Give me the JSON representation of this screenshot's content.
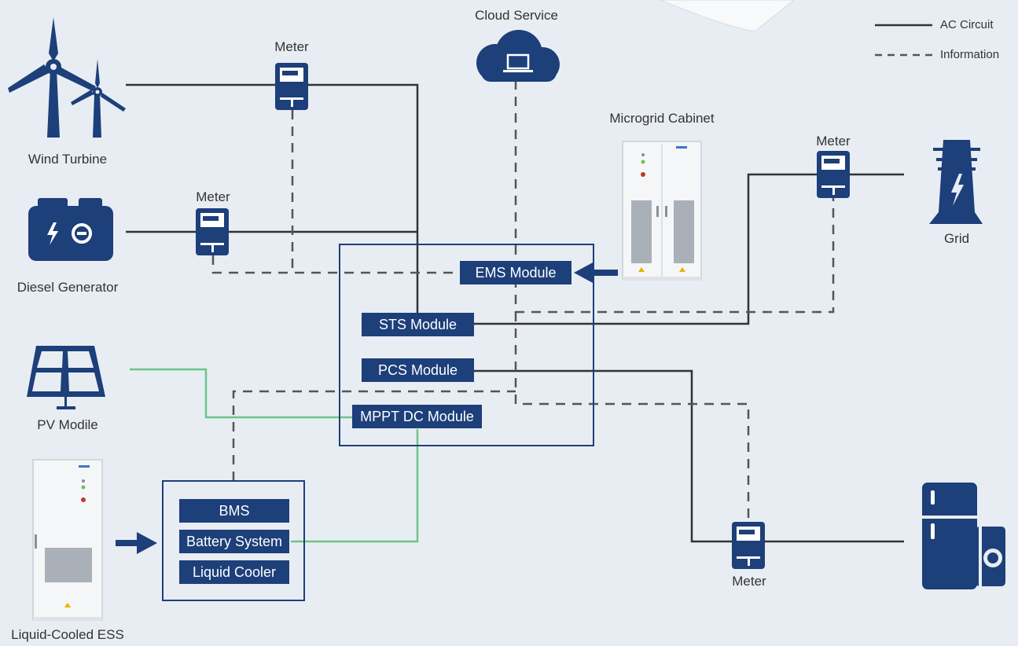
{
  "legend": {
    "ac_circuit": "AC Circuit",
    "information": "Information"
  },
  "labels": {
    "cloud_service": "Cloud Service",
    "wind_turbine": "Wind Turbine",
    "diesel_generator": "Diesel Generator",
    "pv_module": "PV Modile",
    "liquid_cooled_ess": "Liquid-Cooled ESS",
    "microgrid_cabinet": "Microgrid Cabinet",
    "grid": "Grid",
    "meter_wind": "Meter",
    "meter_diesel": "Meter",
    "meter_grid": "Meter",
    "meter_load": "Meter"
  },
  "modules": {
    "ems": "EMS Module",
    "sts": "STS Module",
    "pcs": "PCS Module",
    "mppt": "MPPT DC Module",
    "bms": "BMS",
    "battery": "Battery System",
    "cooler": "Liquid Cooler"
  },
  "colors": {
    "accent": "#1d3f7a",
    "ac_line": "#333333",
    "info_line": "#555555",
    "dc_line": "#6cc58a",
    "background": "#e8edf3"
  }
}
